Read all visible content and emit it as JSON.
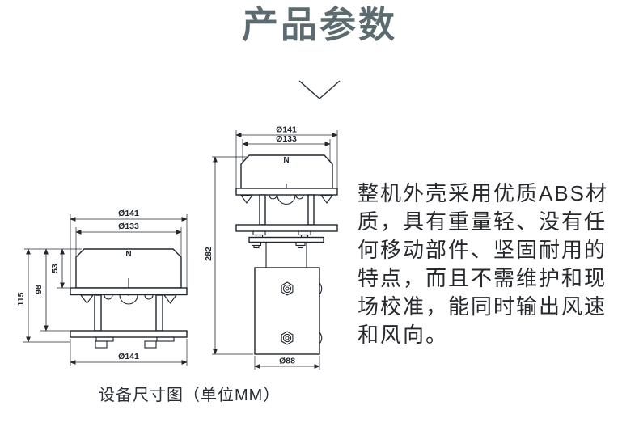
{
  "header": {
    "title": "产品参数"
  },
  "description": {
    "lines": [
      "整机外壳采用优质ABS材",
      "质，具有重量轻、没有任",
      "何移动部件、坚固耐用的",
      "特点，而且不需维护和现",
      "场校准，能同时输出风速",
      "和风向。"
    ]
  },
  "diagram": {
    "caption": "设备尺寸图（单位MM）",
    "side_view": {
      "dim_top_outer": "Ø141",
      "dim_top_inner": "Ø133",
      "dim_head_height": "53",
      "dim_mid_height": "98",
      "dim_total_height": "115",
      "dim_bottom": "Ø141",
      "north_marker": "N"
    },
    "front_view": {
      "dim_top_outer": "Ø141",
      "dim_top_inner": "Ø133",
      "dim_total_height": "282",
      "dim_bottom": "Ø88",
      "north_marker": "N"
    }
  },
  "colors": {
    "title": "#5b6b70",
    "drawing_line": "#20262e",
    "body_text": "#26292d"
  }
}
